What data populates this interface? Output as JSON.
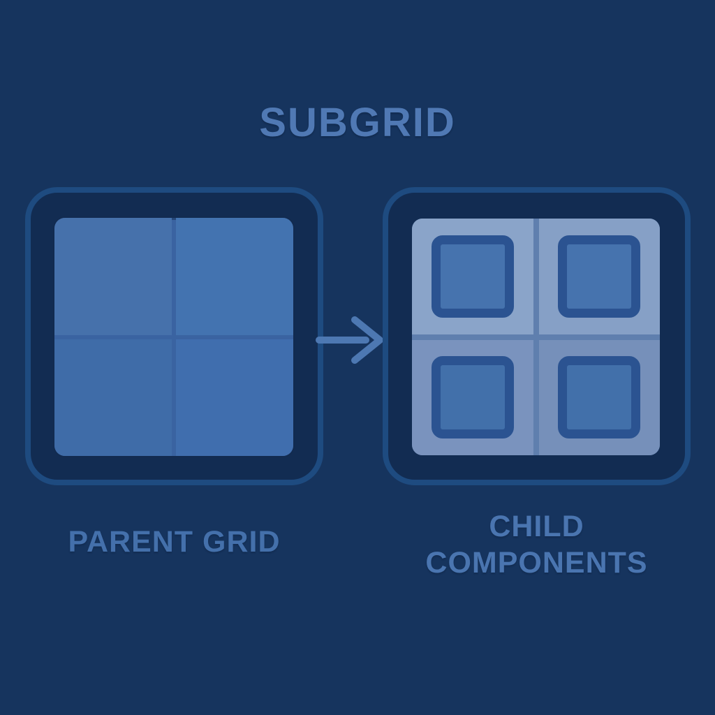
{
  "title": "SUBGRID",
  "diagram": {
    "parent": {
      "label": "PARENT GRID",
      "cell_count": 4
    },
    "arrow": {
      "icon": "right-arrow-icon",
      "direction": "right"
    },
    "child": {
      "label": "CHILD COMPONENTS",
      "cell_count": 4,
      "component_count": 4
    }
  },
  "colors": {
    "background": "#16345e",
    "title_text": "#5079b4",
    "parent_label_text": "#4470ab",
    "child_label_text": "#4a75b0",
    "panel_fill": "#122c52",
    "panel_border": "#1e4b80",
    "parent_grid_fill": "#4471ad",
    "parent_grid_divider": "#3a63a1",
    "child_grid_fill": "#849fc6",
    "child_grid_divider": "#5f7fae",
    "component_border": "#2b5391",
    "component_fill": "#4673ae",
    "arrow": "#4d78b2"
  }
}
